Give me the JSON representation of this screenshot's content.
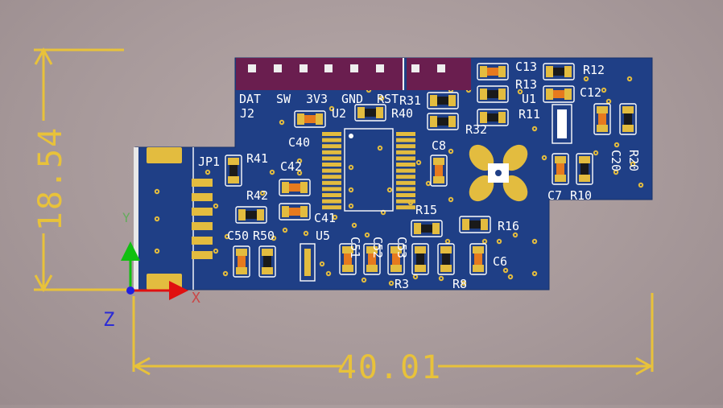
{
  "dimensions": {
    "height_label": "18.54",
    "width_label": "40.01",
    "color": "#e8c23a"
  },
  "axes": {
    "x_color": "#e01010",
    "y_color": "#10c010",
    "z_label": "Z",
    "x_label": "X",
    "y_label": "Y",
    "z_color": "#2b2bd6"
  },
  "board": {
    "substrate_color": "#1f3f86",
    "pad_color": "#e3bc3f",
    "silk_color": "#ffffff",
    "header_color": "#6a1e4f"
  },
  "header": {
    "pin_labels": [
      "DAT",
      "SW",
      "3V3",
      "GND",
      "RST"
    ]
  },
  "silkscreen": {
    "J2": "J2",
    "U2": "U2",
    "R40": "R40",
    "R31": "R31",
    "R32": "R32",
    "C13": "C13",
    "R13": "R13",
    "U1": "U1",
    "R11": "R11",
    "R12": "R12",
    "C12": "C12",
    "C40": "C40",
    "C8": "C8",
    "JP1": "JP1",
    "R41": "R41",
    "C42": "C42",
    "R42": "R42",
    "C41": "C41",
    "C51": "C51",
    "C52": "C52",
    "C53": "C53",
    "C50": "C50",
    "R50": "R50",
    "U5": "U5",
    "R15": "R15",
    "R16": "R16",
    "C6": "C6",
    "R3": "R3",
    "R8": "R8",
    "C20": "C20",
    "R20": "R20",
    "C7": "C7",
    "R10": "R10"
  }
}
